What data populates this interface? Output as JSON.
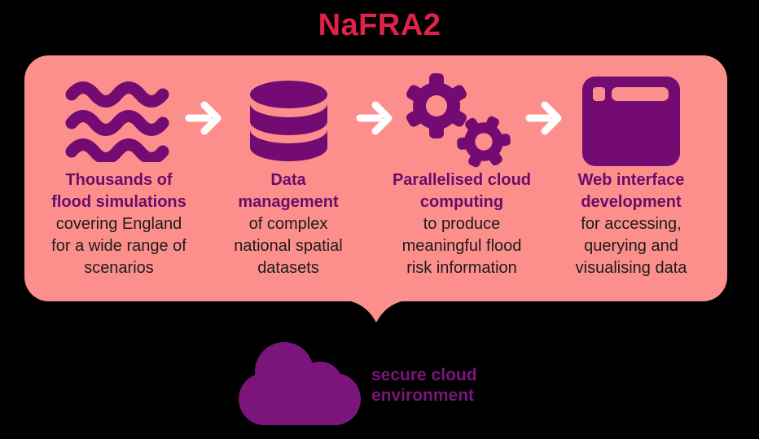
{
  "title": "NaFRA2",
  "colors": {
    "background": "#000000",
    "title_red": "#E0224A",
    "panel_pink": "#FC8F8C",
    "icon_purple": "#730B73",
    "heading_purple": "#690D69",
    "body_text": "#1C1C1C",
    "cloud_purple": "#7B157B",
    "arrow_white": "#FFFFFF"
  },
  "panel": {
    "steps": [
      {
        "icon": "waves-icon",
        "heading": "Thousands of\nflood simulations",
        "body": "covering England\nfor a wide range of\nscenarios"
      },
      {
        "icon": "database-icon",
        "heading": "Data\nmanagement",
        "body": "of complex\nnational spatial\ndatasets"
      },
      {
        "icon": "gears-icon",
        "heading": "Parallelised cloud\ncomputing",
        "body": "to produce\nmeaningful flood\nrisk information"
      },
      {
        "icon": "browser-icon",
        "heading": "Web interface\ndevelopment",
        "body": "for accessing,\nquerying and\nvisualising data"
      }
    ]
  },
  "footer": {
    "label": "secure cloud\nenvironment"
  }
}
